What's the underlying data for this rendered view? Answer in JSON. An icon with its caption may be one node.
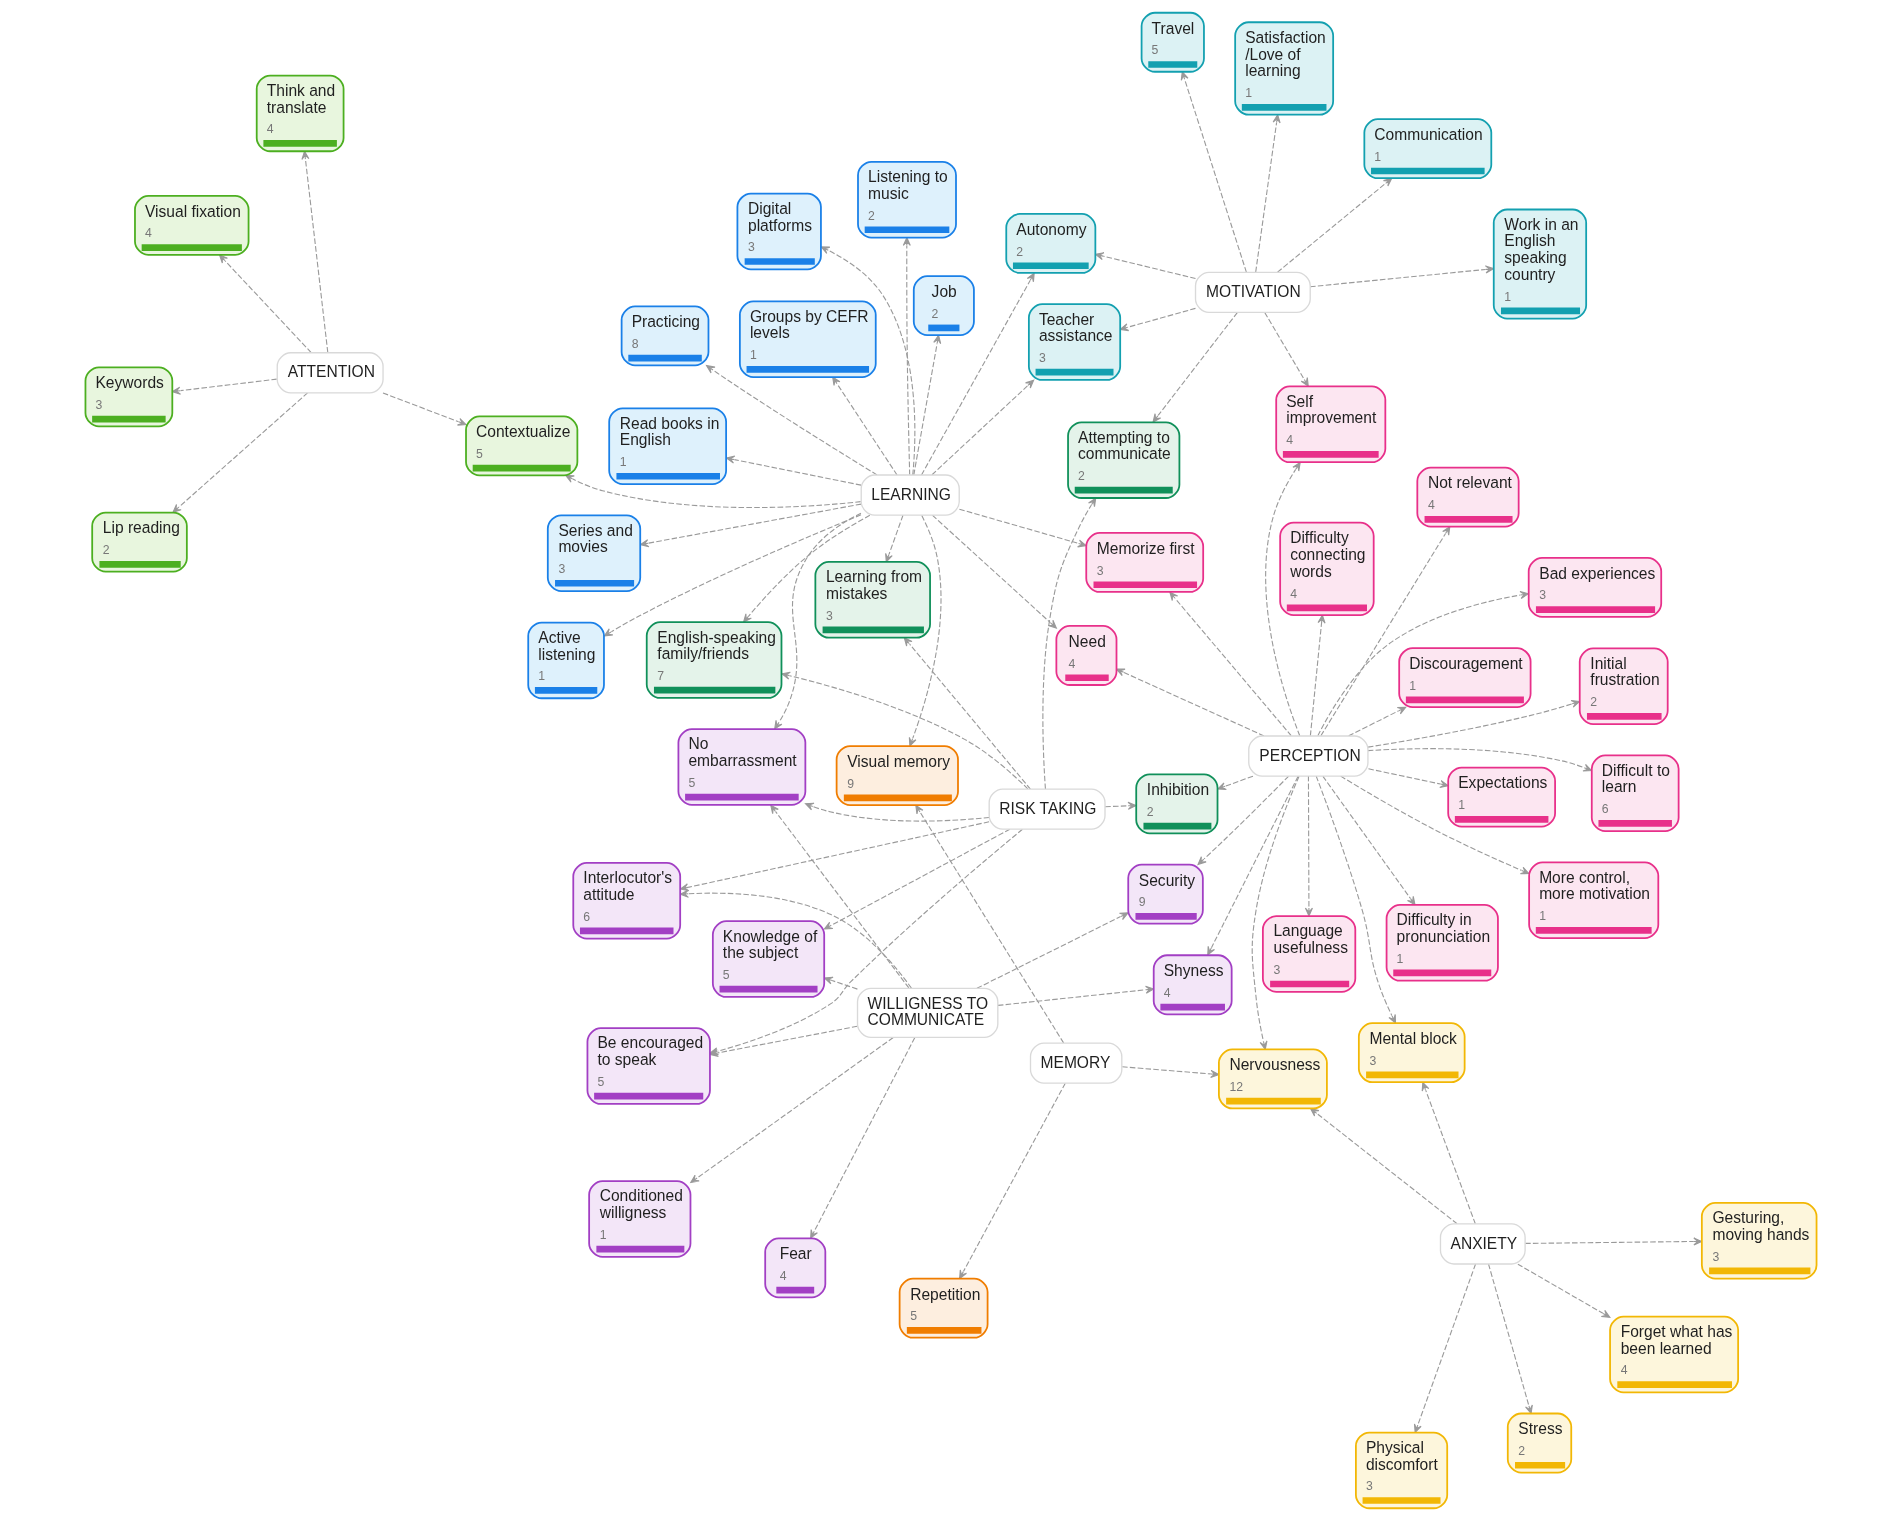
{
  "diagram": {
    "nodes": [
      {
        "text": [
          "Repetition",
          "5"
        ]
      },
      {
        "text": [
          "Gesturing, moving hands",
          "3"
        ]
      },
      {
        "text": [
          "Physical discomfort",
          "3"
        ]
      },
      {
        "text": [
          "Conditioned willigness",
          "1"
        ]
      },
      {
        "text": [
          "Lip reading",
          "2"
        ]
      },
      {
        "text": [
          "Fear",
          "4"
        ]
      },
      {
        "text": [
          "Read books in English",
          "1"
        ]
      },
      {
        "text": [
          "Forget what has been learned",
          "4"
        ]
      },
      {
        "text": [
          "MEMORY"
        ]
      },
      {
        "text": [
          "ANXIETY"
        ]
      },
      {
        "text": [
          "Keywords",
          "3"
        ]
      },
      {
        "text": [
          "Visual memory",
          "9"
        ]
      },
      {
        "text": [
          "Nervousness",
          "12"
        ]
      },
      {
        "text": [
          "Job",
          "2"
        ]
      },
      {
        "text": [
          "Digital platforms",
          "3"
        ]
      },
      {
        "text": [
          "Stress",
          "2"
        ]
      },
      {
        "text": [
          "Shyness",
          "4"
        ]
      },
      {
        "text": [
          "ATTENTION"
        ]
      },
      {
        "text": [
          "WILLIGNESS TO COMMUNICATE"
        ]
      },
      {
        "text": [
          "Expectations",
          "1"
        ]
      },
      {
        "text": [
          "Mental block",
          "3"
        ]
      },
      {
        "text": [
          "Visual fixation",
          "4"
        ]
      },
      {
        "text": [
          "Listening to music",
          "2"
        ]
      },
      {
        "text": [
          "Security",
          "9"
        ]
      },
      {
        "text": [
          "No embarrassment",
          "5"
        ]
      },
      {
        "text": [
          "Contextualize",
          "5"
        ]
      },
      {
        "text": [
          "Difficulty connecting words",
          "4"
        ]
      },
      {
        "text": [
          "Need",
          "4"
        ]
      },
      {
        "text": [
          "Series and movies",
          "3"
        ]
      },
      {
        "text": [
          "Knowledge of the subject",
          "5"
        ]
      },
      {
        "text": [
          "Think and translate",
          "4"
        ]
      },
      {
        "text": [
          "LEARNING"
        ]
      },
      {
        "text": [
          "PERCEPTION"
        ]
      },
      {
        "text": [
          "Discouragement",
          "1"
        ]
      },
      {
        "text": [
          "Memorize first",
          "3"
        ]
      },
      {
        "text": [
          "Active listening",
          "1"
        ]
      },
      {
        "text": [
          "Difficult to learn",
          "6"
        ]
      },
      {
        "text": [
          "Learning from mistakes",
          "3"
        ]
      },
      {
        "text": [
          "Be encouraged to speak",
          "5"
        ]
      },
      {
        "text": [
          "Language usefulness",
          "3"
        ]
      },
      {
        "text": [
          "Groups by CEFR levels",
          "1"
        ]
      },
      {
        "text": [
          "Practicing",
          "8"
        ]
      },
      {
        "text": [
          "Interlocutor's attitude",
          "6"
        ]
      },
      {
        "text": [
          "English-speaking family/friends",
          "7"
        ]
      },
      {
        "text": [
          "Initial frustration",
          "2"
        ]
      },
      {
        "text": [
          "More control, more motivation",
          "1"
        ]
      },
      {
        "text": [
          "Inhibition",
          "2"
        ]
      },
      {
        "text": [
          "RISK TAKING"
        ]
      },
      {
        "text": [
          "Bad experiences",
          "3"
        ]
      },
      {
        "text": [
          "Teacher assistance",
          "3"
        ]
      },
      {
        "text": [
          "Difficulty in pronunciation",
          "1"
        ]
      },
      {
        "text": [
          "Not relevant",
          "4"
        ]
      },
      {
        "text": [
          "Autonomy",
          "2"
        ]
      },
      {
        "text": [
          "Self improvement",
          "4"
        ]
      },
      {
        "text": [
          "MOTIVATION"
        ]
      },
      {
        "text": [
          "Attempting to communicate",
          "2"
        ]
      },
      {
        "text": [
          "Travel",
          "5"
        ]
      },
      {
        "text": [
          "Communication",
          "1"
        ]
      },
      {
        "text": [
          "Work in an English speaking country",
          "1"
        ]
      },
      {
        "text": [
          "Satisfaction /Love of learning",
          "1"
        ]
      }
    ],
    "edges": [
      {
        "from": 9,
        "to": 1,
        "arrow": "to",
        "style": "dashed"
      },
      {
        "from": 9,
        "to": 2,
        "arrow": "to",
        "style": "dashed"
      },
      {
        "from": 9,
        "to": 7,
        "arrow": "to",
        "style": "dashed"
      },
      {
        "from": 9,
        "to": 15,
        "arrow": "to",
        "style": "dashed"
      },
      {
        "from": 9,
        "to": 12,
        "arrow": "to",
        "style": "dashed"
      },
      {
        "from": 9,
        "to": 20,
        "arrow": "to",
        "style": "dashed"
      },
      {
        "from": 8,
        "to": 0,
        "arrow": "to",
        "style": "dashed"
      },
      {
        "from": 8,
        "to": 11,
        "arrow": "to",
        "style": "dashed"
      },
      {
        "from": 8,
        "to": 12,
        "arrow": "to",
        "style": "dashed"
      },
      {
        "from": 18,
        "to": 5,
        "arrow": "to",
        "style": "dashed"
      },
      {
        "from": 18,
        "to": 3,
        "arrow": "to",
        "style": "dashed"
      },
      {
        "from": 18,
        "to": 16,
        "arrow": "to",
        "style": "dashed"
      },
      {
        "from": 18,
        "to": 23,
        "arrow": "to",
        "style": "dashed"
      },
      {
        "from": 18,
        "to": 24,
        "arrow": "to",
        "style": "dashed"
      },
      {
        "from": 18,
        "to": 29,
        "arrow": "to",
        "style": "dashed"
      },
      {
        "from": 18,
        "to": 38,
        "arrow": "to",
        "style": "dashed"
      },
      {
        "from": 18,
        "to": 42,
        "arrow": "to",
        "style": "dashed"
      },
      {
        "from": 32,
        "to": 12,
        "arrow": "to",
        "style": "dashed"
      },
      {
        "from": 32,
        "to": 16,
        "arrow": "to",
        "style": "dashed"
      },
      {
        "from": 32,
        "to": 23,
        "arrow": "to",
        "style": "dashed"
      },
      {
        "from": 32,
        "to": 19,
        "arrow": "to",
        "style": "dashed"
      },
      {
        "from": 32,
        "to": 26,
        "arrow": "to",
        "style": "dashed"
      },
      {
        "from": 32,
        "to": 20,
        "arrow": "to",
        "style": "dashed"
      },
      {
        "from": 32,
        "to": 33,
        "arrow": "to",
        "style": "dashed"
      },
      {
        "from": 32,
        "to": 27,
        "arrow": "to",
        "style": "dashed"
      },
      {
        "from": 32,
        "to": 34,
        "arrow": "to",
        "style": "dashed"
      },
      {
        "from": 32,
        "to": 36,
        "arrow": "to",
        "style": "dashed"
      },
      {
        "from": 32,
        "to": 39,
        "arrow": "to",
        "style": "dashed"
      },
      {
        "from": 32,
        "to": 44,
        "arrow": "to",
        "style": "dashed"
      },
      {
        "from": 32,
        "to": 45,
        "arrow": "to",
        "style": "dashed"
      },
      {
        "from": 32,
        "to": 48,
        "arrow": "to",
        "style": "dashed"
      },
      {
        "from": 32,
        "to": 51,
        "arrow": "to",
        "style": "dashed"
      },
      {
        "from": 32,
        "to": 50,
        "arrow": "to",
        "style": "dashed"
      },
      {
        "from": 32,
        "to": 53,
        "arrow": "to",
        "style": "dashed"
      },
      {
        "from": 32,
        "to": 46,
        "arrow": "to",
        "style": "dashed"
      },
      {
        "from": 31,
        "to": 6,
        "arrow": "to",
        "style": "dashed"
      },
      {
        "from": 31,
        "to": 13,
        "arrow": "to",
        "style": "dashed"
      },
      {
        "from": 31,
        "to": 14,
        "arrow": "to",
        "style": "dashed"
      },
      {
        "from": 31,
        "to": 22,
        "arrow": "to",
        "style": "dashed"
      },
      {
        "from": 31,
        "to": 28,
        "arrow": "to",
        "style": "dashed"
      },
      {
        "from": 31,
        "to": 25,
        "arrow": "to",
        "style": "dashed"
      },
      {
        "from": 31,
        "to": 35,
        "arrow": "to",
        "style": "dashed"
      },
      {
        "from": 31,
        "to": 40,
        "arrow": "to",
        "style": "dashed"
      },
      {
        "from": 31,
        "to": 41,
        "arrow": "to",
        "style": "dashed"
      },
      {
        "from": 31,
        "to": 37,
        "arrow": "to",
        "style": "dashed"
      },
      {
        "from": 31,
        "to": 43,
        "arrow": "to",
        "style": "dashed"
      },
      {
        "from": 31,
        "to": 52,
        "arrow": "to",
        "style": "dashed"
      },
      {
        "from": 31,
        "to": 49,
        "arrow": "to",
        "style": "dashed"
      },
      {
        "from": 31,
        "to": 34,
        "arrow": "to",
        "style": "dashed"
      },
      {
        "from": 31,
        "to": 27,
        "arrow": "to",
        "style": "dashed"
      },
      {
        "from": 31,
        "to": 11,
        "arrow": "to",
        "style": "dashed"
      },
      {
        "from": 31,
        "to": 24,
        "arrow": "to",
        "style": "dashed"
      },
      {
        "from": 17,
        "to": 4,
        "arrow": "to",
        "style": "dashed"
      },
      {
        "from": 17,
        "to": 10,
        "arrow": "to",
        "style": "dashed"
      },
      {
        "from": 17,
        "to": 21,
        "arrow": "to",
        "style": "dashed"
      },
      {
        "from": 17,
        "to": 25,
        "arrow": "to",
        "style": "dashed"
      },
      {
        "from": 17,
        "to": 30,
        "arrow": "to",
        "style": "dashed"
      },
      {
        "from": 47,
        "to": 24,
        "arrow": "to",
        "style": "dashed"
      },
      {
        "from": 47,
        "to": 29,
        "arrow": "to",
        "style": "dashed"
      },
      {
        "from": 47,
        "to": 38,
        "arrow": "to",
        "style": "dashed"
      },
      {
        "from": 47,
        "to": 42,
        "arrow": "to",
        "style": "dashed"
      },
      {
        "from": 47,
        "to": 46,
        "arrow": "to",
        "style": "dashed"
      },
      {
        "from": 47,
        "to": 37,
        "arrow": "to",
        "style": "dashed"
      },
      {
        "from": 47,
        "to": 43,
        "arrow": "to",
        "style": "dashed"
      },
      {
        "from": 47,
        "to": 55,
        "arrow": "to",
        "style": "dashed"
      },
      {
        "from": 54,
        "to": 49,
        "arrow": "to",
        "style": "dashed"
      },
      {
        "from": 54,
        "to": 52,
        "arrow": "to",
        "style": "dashed"
      },
      {
        "from": 54,
        "to": 55,
        "arrow": "to",
        "style": "dashed"
      },
      {
        "from": 54,
        "to": 56,
        "arrow": "to",
        "style": "dashed"
      },
      {
        "from": 54,
        "to": 57,
        "arrow": "to",
        "style": "dashed"
      },
      {
        "from": 54,
        "to": 58,
        "arrow": "to",
        "style": "dashed"
      },
      {
        "from": 54,
        "to": 59,
        "arrow": "to",
        "style": "dashed"
      },
      {
        "from": 54,
        "to": 53,
        "arrow": "to",
        "style": "dashed"
      }
    ]
  }
}
